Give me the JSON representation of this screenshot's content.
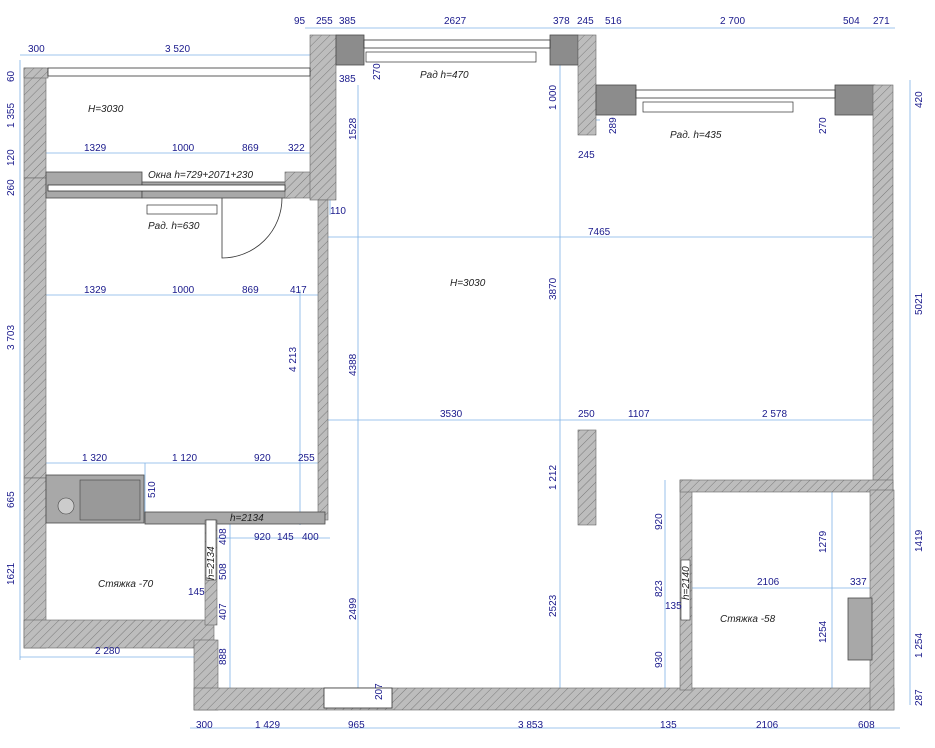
{
  "rooms": [
    {
      "id": "loggia",
      "height_label": "H=3030"
    },
    {
      "id": "living",
      "height_label": "H=3030"
    },
    {
      "id": "bathroom",
      "screed_label": "Стяжка -70"
    },
    {
      "id": "wc",
      "screed_label": "Стяжка -58"
    }
  ],
  "notes": {
    "windows": "Окна h=729+2071+230",
    "rad1": "Рад h=470",
    "rad2": "Рад. h=435",
    "rad3": "Рад. h=630",
    "door1": "h=2134",
    "door2": "h=2134",
    "door3": "h=2140"
  },
  "dimensions": {
    "top": [
      "95",
      "255",
      "385",
      "2627",
      "378",
      "245",
      "516",
      "2 700",
      "504",
      "271"
    ],
    "top_left": [
      "300",
      "3 520"
    ],
    "left": [
      "60",
      "1 355",
      "120",
      "260",
      "3 703",
      "665",
      "1621"
    ],
    "right": [
      "420",
      "5021",
      "1419",
      "1 254",
      "287"
    ],
    "bottom": [
      "300",
      "1 429",
      "965",
      "3 853",
      "135",
      "2106",
      "608"
    ],
    "bottom_left": [
      "2 280"
    ],
    "loggia_row": [
      "1329",
      "1000",
      "869",
      "322"
    ],
    "room_row": [
      "1329",
      "1000",
      "869",
      "417"
    ],
    "bath_row": [
      "1 320",
      "1 120",
      "920",
      "255"
    ],
    "door_row": [
      "920",
      "145",
      "400"
    ],
    "center_h": [
      "7465",
      "3530",
      "250",
      "1107",
      "2 578"
    ],
    "verticals": [
      "1528",
      "1 000",
      "3870",
      "4 213",
      "4388",
      "1 212",
      "2499",
      "2523",
      "920",
      "823",
      "930",
      "1279",
      "1254",
      "408",
      "508",
      "407",
      "888",
      "510"
    ],
    "misc": [
      "385",
      "270",
      "289",
      "245",
      "270",
      "110",
      "145",
      "135",
      "2106",
      "337",
      "207"
    ]
  }
}
